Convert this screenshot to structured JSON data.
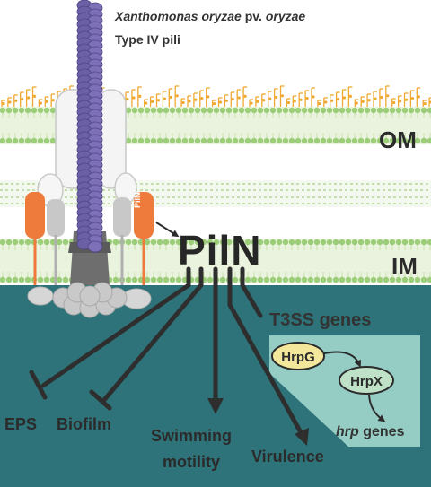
{
  "title": {
    "organism": "Xanthomonas oryzae",
    "pathovar_prefix": "pv.",
    "pathovar": "oryzae",
    "structure": "Type IV pili"
  },
  "membranes": {
    "outer": "OM",
    "inner": "IM"
  },
  "protein_label_small": "PilN",
  "central_node": "PilN",
  "outputs": {
    "t3ss": "T3SS genes",
    "eps": "EPS",
    "biofilm": "Biofilm",
    "swimming_line1": "Swimming",
    "swimming_line2": "motility",
    "virulence": "Virulence"
  },
  "cascade": {
    "hrpg": "HrpG",
    "hrpx": "HrpX",
    "hrp_italic": "hrp",
    "hrp_suffix": "genes"
  },
  "colors": {
    "cytoplasm": "#2e7379",
    "lipid_head": "#9ccd78",
    "lps": "#f0a830",
    "pilus": "#6b5fa6",
    "orange_protein": "#ee7a3c",
    "cascade_box": "#95ccc4",
    "hrpg_fill": "#f2e79a",
    "hrpx_fill": "#bfe1c7"
  }
}
